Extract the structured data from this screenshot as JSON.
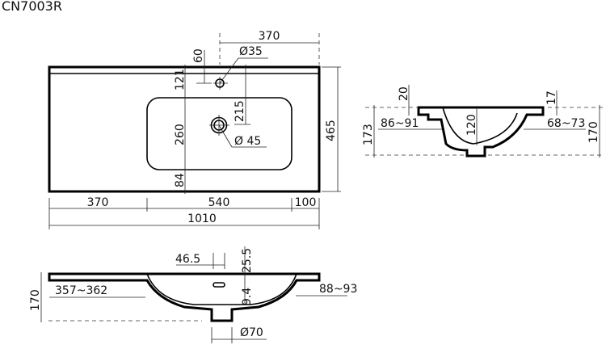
{
  "model": "CN7003R",
  "top_view": {
    "tap_offset": "370",
    "tap_hole": "Ø35",
    "tap_depth": "60",
    "tap_to_basin": "121",
    "basin_depth": "260",
    "basin_front_margin": "84",
    "drain_from_back": "215",
    "drain_hole": "Ø 45",
    "total_depth": "465",
    "left_deck": "370",
    "basin_width": "540",
    "right_margin": "100",
    "total_width": "1010"
  },
  "side_view": {
    "total_height_left": "173",
    "rim_left": "20",
    "offset_left": "86~91",
    "bowl_depth": "120",
    "rim_right": "17",
    "offset_right": "68~73",
    "total_height_right": "170"
  },
  "front_view": {
    "height": "170",
    "left_offset": "357~362",
    "overflow_width": "46.5",
    "overflow_top": "25.5",
    "overflow_height": "9.4",
    "right_offset": "88~93",
    "drain_diameter": "Ø70"
  }
}
